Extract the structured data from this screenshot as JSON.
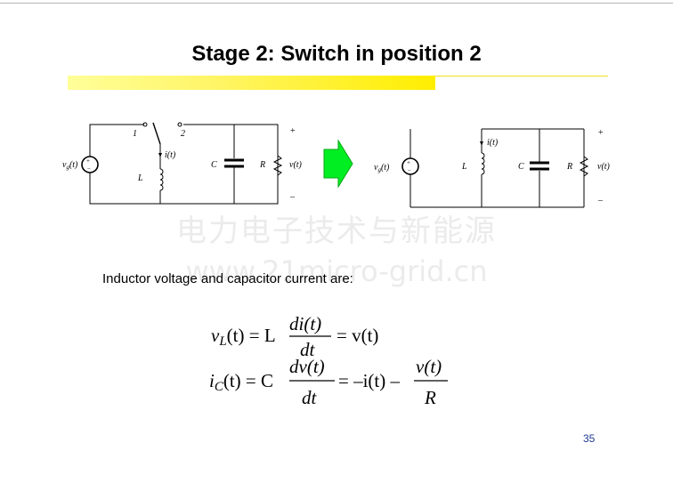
{
  "slide": {
    "title": "Stage 2: Switch in position 2",
    "body_text": "Inductor voltage and capacitor current are:",
    "page_number": "35",
    "watermark_line1": "电力电子技术与新能源",
    "watermark_line2": "www.21micro-grid.cn"
  },
  "circuit_left": {
    "source_label": "v",
    "source_subscript": "g",
    "source_suffix": "(t)",
    "switch_pos1": "1",
    "switch_pos2": "2",
    "inductor_label": "L",
    "current_label": "i(t)",
    "capacitor_label": "C",
    "resistor_label": "R",
    "voltage_label": "v(t)",
    "plus": "+",
    "minus": "–"
  },
  "circuit_right": {
    "source_label": "v",
    "source_subscript": "g",
    "source_suffix": "(t)",
    "inductor_label": "L",
    "current_label": "i(t)",
    "capacitor_label": "C",
    "resistor_label": "R",
    "voltage_label": "v(t)",
    "plus": "+",
    "minus": "–"
  },
  "equations": {
    "eq1_lhs": "v",
    "eq1_lhs_sub": "L",
    "eq1_lhs_arg": "(t) = L",
    "eq1_num": "di(t)",
    "eq1_den": "dt",
    "eq1_rhs": "= v(t)",
    "eq2_lhs": "i",
    "eq2_lhs_sub": "C",
    "eq2_lhs_arg": "(t) = C",
    "eq2_num": "dv(t)",
    "eq2_den": "dt",
    "eq2_mid": "= –i(t) –",
    "eq2_frac_num": "v(t)",
    "eq2_frac_den": "R"
  },
  "colors": {
    "arrow": "#00ee22",
    "arrow_edge": "#00aa11",
    "page_number": "#1f3a93",
    "bar": "#ffee00"
  }
}
